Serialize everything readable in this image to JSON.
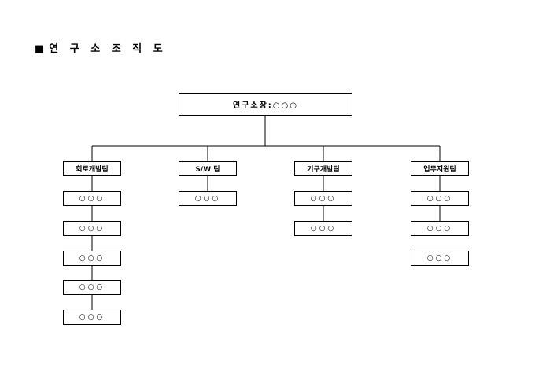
{
  "title": "연 구 소 조 직 도",
  "title_marker": "■",
  "top": "연구소장:○○○",
  "teams": [
    {
      "name": "회로개발팀",
      "members": [
        "○○○",
        "○○○",
        "○○○",
        "○○○",
        "○○○"
      ]
    },
    {
      "name": "S/W 팀",
      "members": [
        "○○○"
      ]
    },
    {
      "name": "기구개발팀",
      "members": [
        "○○○",
        "○○○"
      ]
    },
    {
      "name": "업무지원팀",
      "members": [
        "○○○",
        "○○○",
        "○○○"
      ]
    }
  ]
}
